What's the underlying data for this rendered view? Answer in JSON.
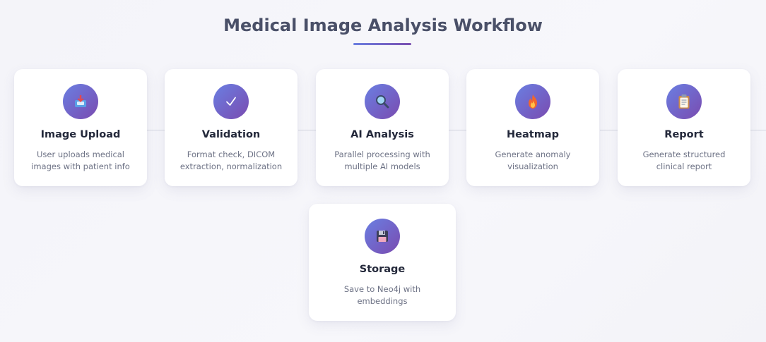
{
  "title": "Medical Image Analysis Workflow",
  "colors": {
    "accent_start": "#6a7fe2",
    "accent_end": "#7a4bb0",
    "title": "#4a5068",
    "card_title": "#23283a",
    "card_desc": "#6d7285"
  },
  "steps": [
    {
      "icon": "inbox-tray-icon",
      "title": "Image Upload",
      "desc": "User uploads medical images with patient info"
    },
    {
      "icon": "checkmark-icon",
      "title": "Validation",
      "desc": "Format check, DICOM extraction, normalization"
    },
    {
      "icon": "magnifier-icon",
      "title": "AI Analysis",
      "desc": "Parallel processing with multiple AI models"
    },
    {
      "icon": "fire-icon",
      "title": "Heatmap",
      "desc": "Generate anomaly visualization"
    },
    {
      "icon": "clipboard-icon",
      "title": "Report",
      "desc": "Generate structured clinical report"
    },
    {
      "icon": "floppy-disk-icon",
      "title": "Storage",
      "desc": "Save to Neo4j with embeddings"
    }
  ]
}
